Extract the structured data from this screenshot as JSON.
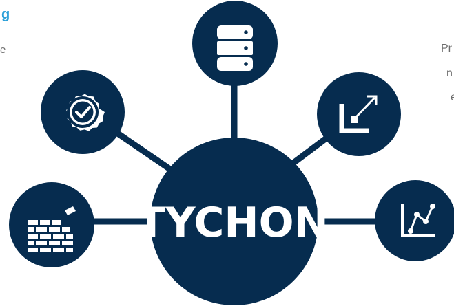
{
  "texts": {
    "heading_fragment": "g",
    "left_fragment": "e",
    "right_fragments": [
      "Pr",
      "n",
      "e"
    ]
  },
  "hub": {
    "label": "TYCHON"
  },
  "nodes": [
    {
      "icon": "database-icon"
    },
    {
      "icon": "verified-badge-icon"
    },
    {
      "icon": "expand-arrow-icon"
    },
    {
      "icon": "firewall-brick-icon"
    },
    {
      "icon": "line-chart-icon"
    }
  ],
  "colors": {
    "navy": "#062c4f",
    "white": "#ffffff",
    "accent": "#2b9fd8",
    "text": "#6d6d6d"
  }
}
